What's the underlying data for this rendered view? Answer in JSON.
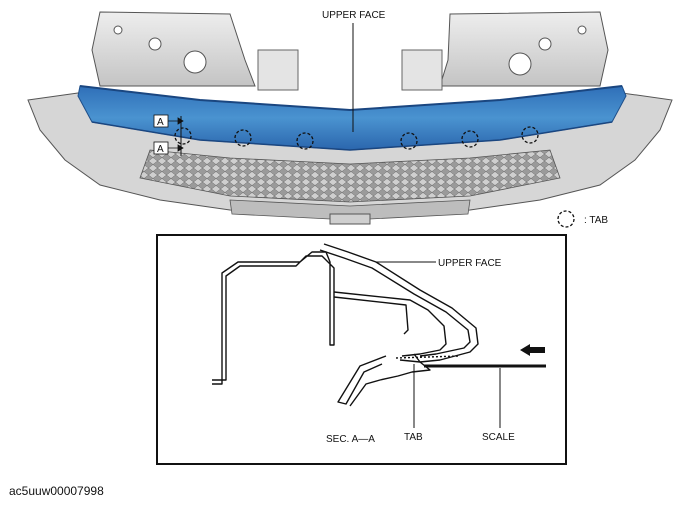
{
  "top_view": {
    "upper_face_label": "UPPER FACE",
    "section_marker_top": "A",
    "section_marker_bottom": "A",
    "legend_text": ": TAB",
    "tab_count": 6
  },
  "section_view": {
    "upper_face_label": "UPPER FACE",
    "tab_label": "TAB",
    "scale_label": "SCALE",
    "section_label": "SEC. A—A"
  },
  "figure_code": "ac5uuw00007998",
  "colors": {
    "highlight_blue": "#3d86c6",
    "line": "#111111",
    "part_gray": "#d9d9d9"
  }
}
